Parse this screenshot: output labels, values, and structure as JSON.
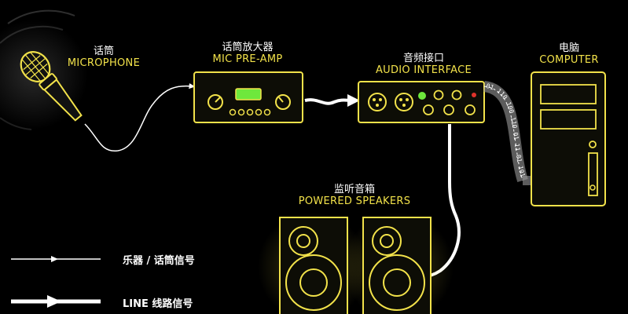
{
  "colors": {
    "background": "#000000",
    "device_outline": "#f2e24a",
    "signal_line": "#ffffff",
    "indicator_green": "#6ee83c",
    "indicator_red": "#e0332b"
  },
  "nodes": {
    "microphone": {
      "cn": "话筒",
      "en": "MICROPHONE",
      "icon": "microphone-icon"
    },
    "preamp": {
      "cn": "话筒放大器",
      "en": "MIC PRE-AMP",
      "icon": "preamp-icon"
    },
    "interface": {
      "cn": "音频接口",
      "en": "AUDIO INTERFACE",
      "icon": "audio-interface-icon"
    },
    "computer": {
      "cn": "电脑",
      "en": "COMPUTER",
      "icon": "computer-tower-icon"
    },
    "speakers": {
      "cn": "监听音箱",
      "en": "POWERED SPEAKERS",
      "icon": "speaker-icon"
    }
  },
  "edges": [
    {
      "from": "microphone",
      "to": "preamp",
      "type": "mic"
    },
    {
      "from": "preamp",
      "to": "interface",
      "type": "line"
    },
    {
      "from": "interface",
      "to": "computer",
      "type": "digital"
    },
    {
      "from": "interface",
      "to": "speakers",
      "type": "line"
    }
  ],
  "digital_bits": "01 110 100 110 01 11 01 101 100 1",
  "legend": {
    "mic_signal": "乐器 / 话筒信号",
    "line_signal": "LINE 线路信号"
  }
}
